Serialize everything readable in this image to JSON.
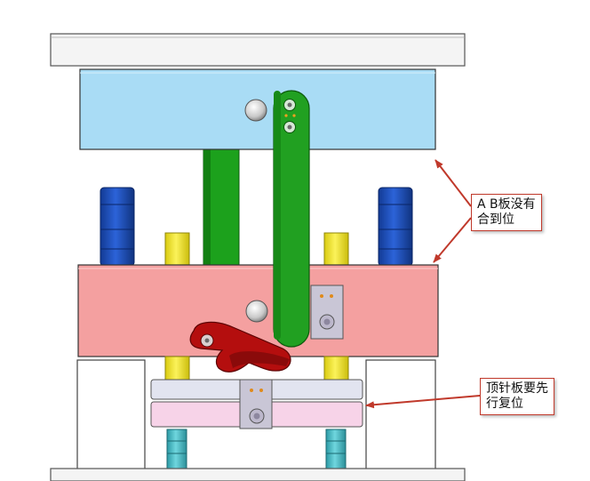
{
  "callouts": {
    "ab_plate": {
      "line1": "A B板没有",
      "line2": "合到位"
    },
    "ejector_plate": {
      "line1": "顶针板要先",
      "line2": "行复位"
    }
  },
  "colors": {
    "top_clamp_plate": "#f4f4f4",
    "a_plate": "#a9dcf5",
    "b_plate": "#f4a0a0",
    "guide_pillar": "#1d4ebf",
    "return_pin": "#f3e72a",
    "support_pillar": "#1ca11c",
    "link_arm_green": "#21a021",
    "link_arm_red": "#b40e0e",
    "ejector_retainer_plate": "#e2e4f0",
    "ejector_plate": "#f7d3e8",
    "spring_post": "#45c2cc",
    "arrow": "#c0392b"
  }
}
